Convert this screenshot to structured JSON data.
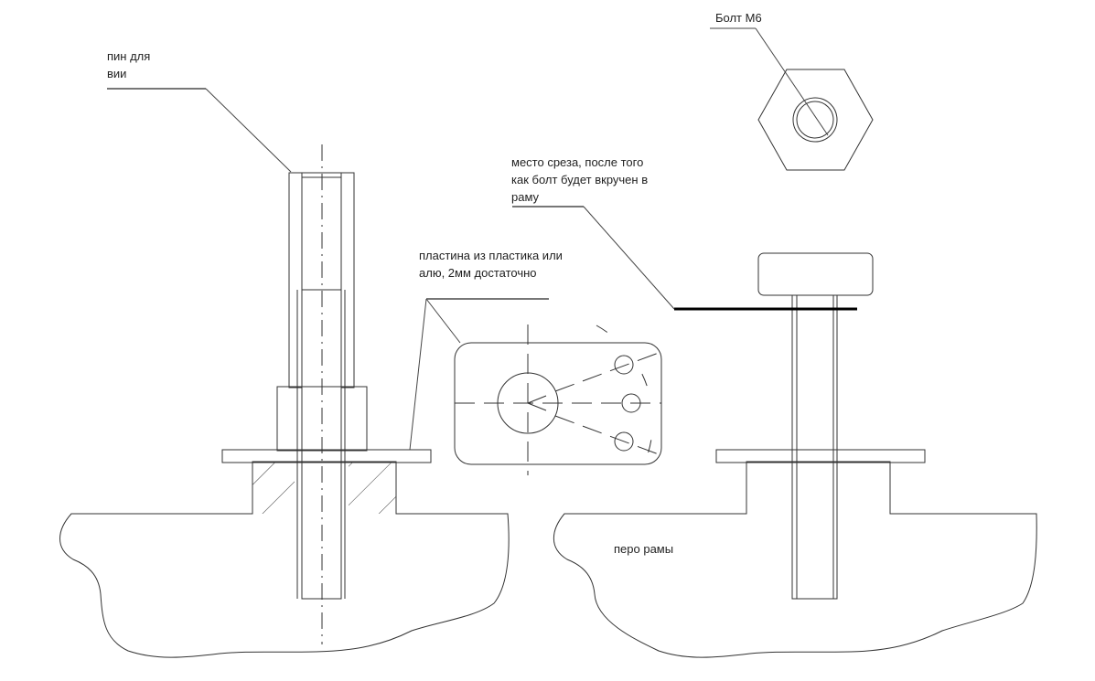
{
  "labels": {
    "pin": [
      "пин для",
      "вии"
    ],
    "bolt": "Болт М6",
    "cut_place": [
      "место среза, после  того",
      "как болт будет вкручен в",
      "раму"
    ],
    "plate": [
      "пластина из пластика или",
      "алю, 2мм достаточно"
    ],
    "frame": "перо рамы"
  },
  "colors": {
    "line": "#333333",
    "cut_line": "#000000",
    "background": "#ffffff"
  }
}
